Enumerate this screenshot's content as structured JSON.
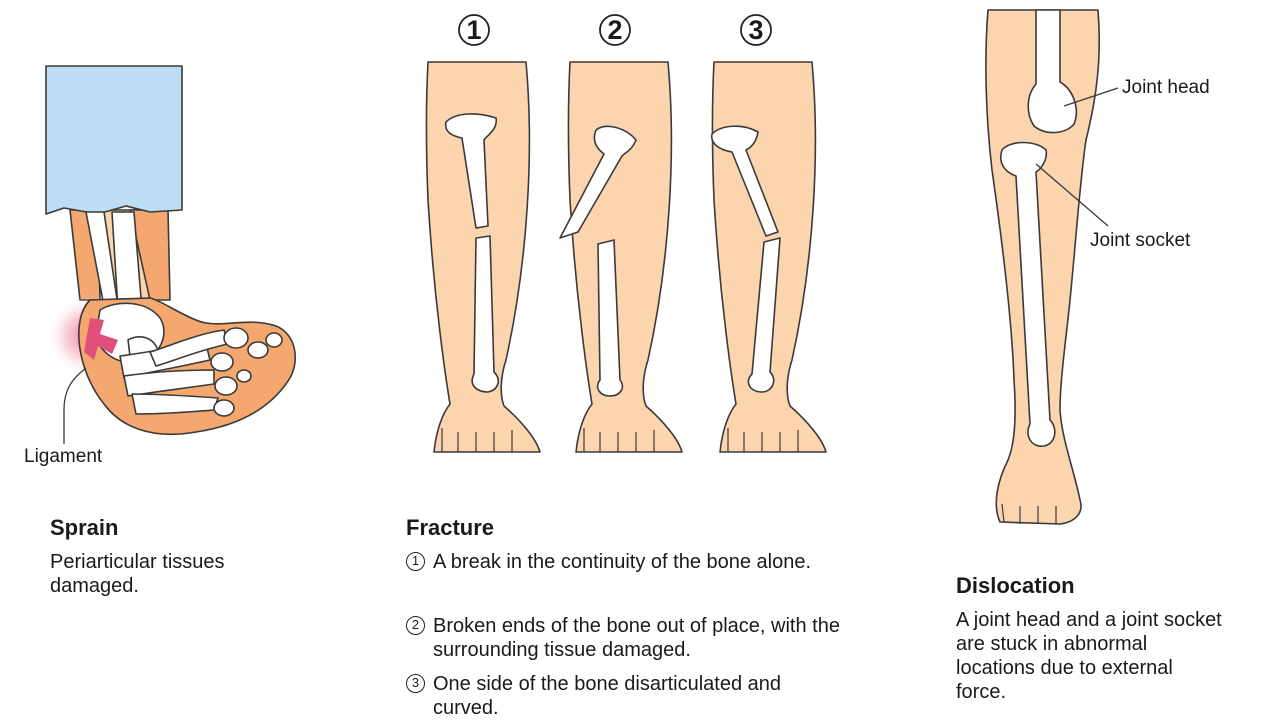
{
  "sprain": {
    "label": "Ligament",
    "title": "Sprain",
    "description": "Periarticular tissues damaged."
  },
  "fracture": {
    "numbers": [
      "1",
      "2",
      "3"
    ],
    "title": "Fracture",
    "items": [
      {
        "marker": "1",
        "text": "A break in the continuity of the bone alone."
      },
      {
        "marker": "2",
        "text": "Broken ends of the bone out of place, with the surrounding tissue damaged."
      },
      {
        "marker": "3",
        "text": "One side of the bone disarticulated and curved."
      }
    ]
  },
  "dislocation": {
    "label_head": "Joint head",
    "label_socket": "Joint socket",
    "title": "Dislocation",
    "description": "A joint head and a joint socket are stuck in abnormal locations due to external force."
  },
  "colors": {
    "skin": "#fcd4ae",
    "outline": "#3a3a3a",
    "bone": "#ffffff",
    "pants": "#bedcf2",
    "ligament": "#e0507a"
  }
}
